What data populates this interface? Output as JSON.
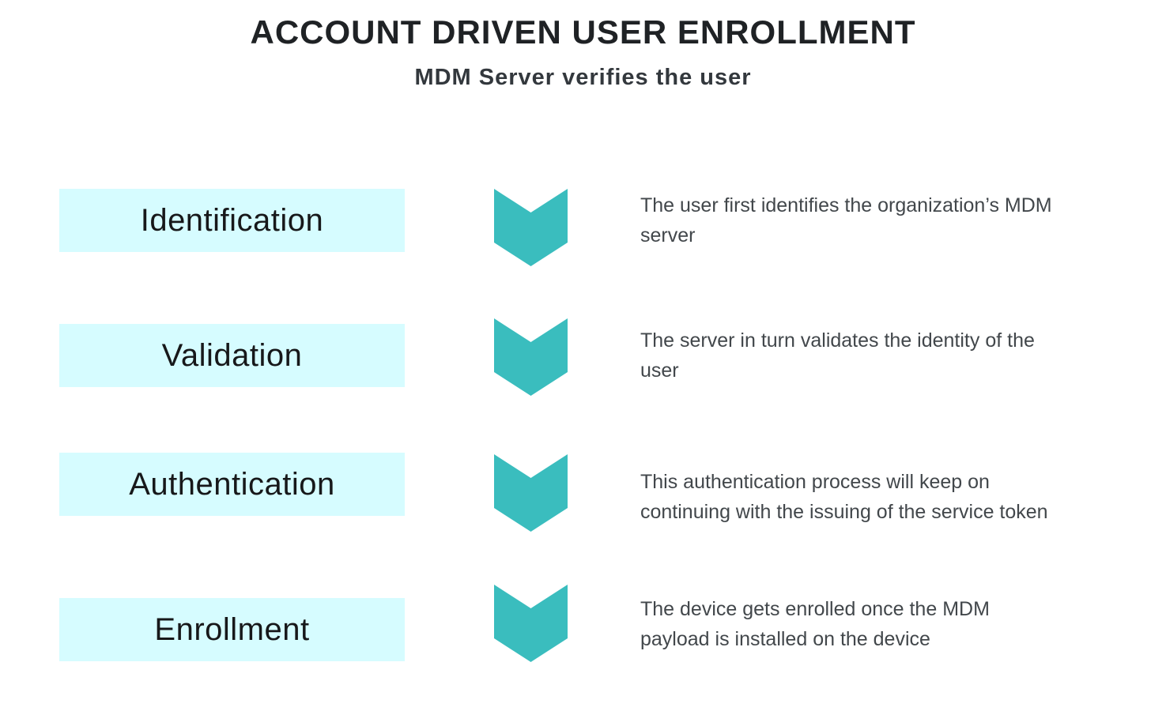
{
  "header": {
    "title": "ACCOUNT DRIVEN USER ENROLLMENT",
    "subtitle": "MDM Server verifies the user"
  },
  "colors": {
    "chevron": "#3abdbe",
    "step_box_bg": "#d6fcff",
    "title_text": "#1f2225",
    "description_text": "#42474b"
  },
  "steps": [
    {
      "label": "Identification",
      "description": "The user first identifies the organization’s MDM\nserver"
    },
    {
      "label": "Validation",
      "description": "The server in turn validates the identity of the\nuser"
    },
    {
      "label": "Authentication",
      "description": "This authentication process will keep on\ncontinuing with the issuing of the service token"
    },
    {
      "label": "Enrollment",
      "description": "The device gets enrolled once the MDM\npayload is installed on the device"
    }
  ]
}
